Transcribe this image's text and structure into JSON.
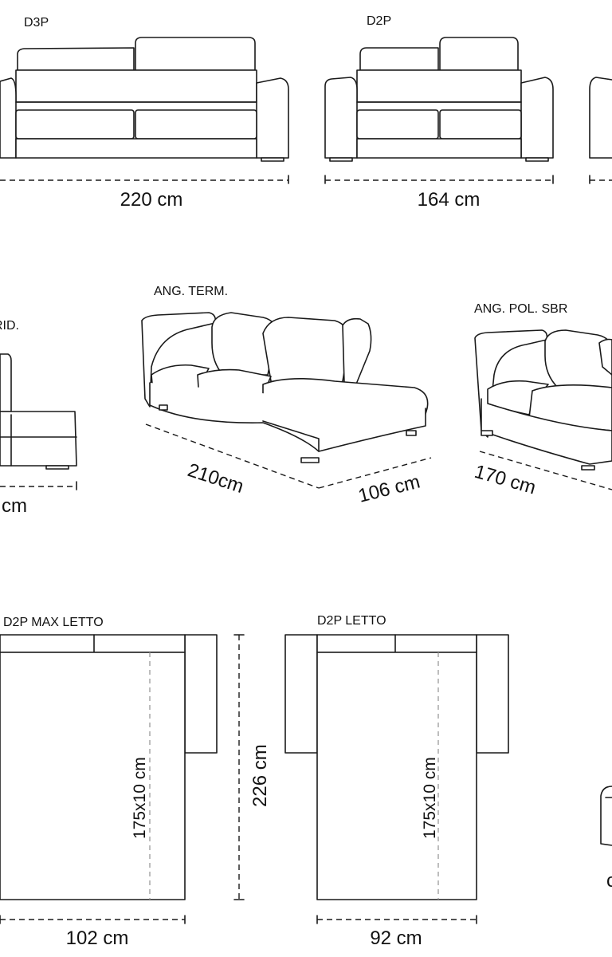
{
  "models": {
    "d3p": {
      "label": "D3P",
      "width": "220 cm"
    },
    "d2p": {
      "label": "D2P",
      "width": "164 cm"
    },
    "rid": {
      "label": "RID.",
      "width": "cm"
    },
    "ang_term": {
      "label": "ANG. TERM.",
      "length": "210cm",
      "depth": "106 cm"
    },
    "ang_pol_sbr": {
      "label": "ANG. POL. SBR",
      "length": "170  cm"
    },
    "d2p_max_letto": {
      "label": "D2P  MAX LETTO",
      "width": "102 cm",
      "mattress": "175x10 cm"
    },
    "d2p_letto": {
      "label": "D2P LETTO",
      "width": "92 cm",
      "mattress": "175x10 cm"
    },
    "bed_length": "226 cm",
    "partial_right": "c"
  },
  "colors": {
    "line": "#1a1a1a",
    "guide": "#9a9a9a"
  }
}
